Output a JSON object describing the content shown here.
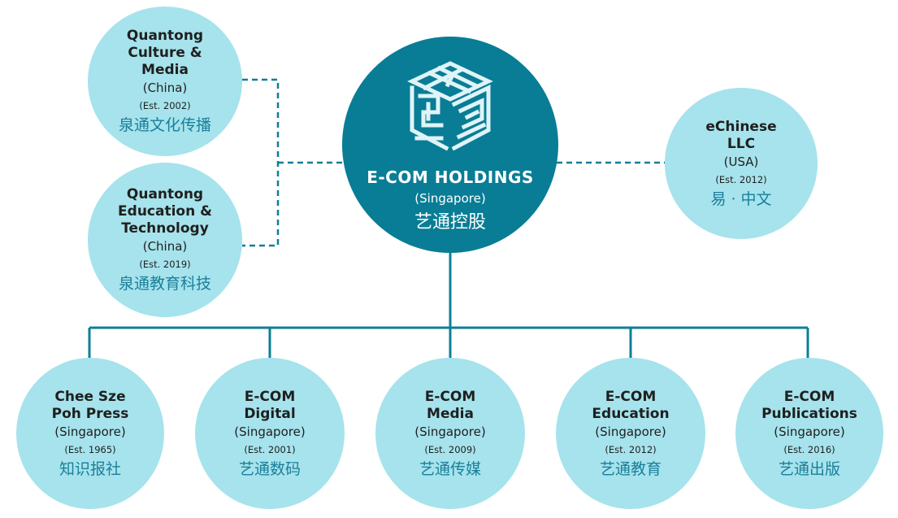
{
  "holding": {
    "name": "E-COM HOLDINGS",
    "location": "(Singapore)",
    "chinese": "艺通控股",
    "logo_icon": "seal-logo-icon"
  },
  "affiliates": [
    {
      "name": "Quantong Culture & Media",
      "location": "(China)",
      "established": "(Est. 2002)",
      "chinese": "泉通文化传播"
    },
    {
      "name": "Quantong Education & Technology",
      "location": "(China)",
      "established": "(Est. 2019)",
      "chinese": "泉通教育科技"
    },
    {
      "name": "eChinese LLC",
      "location": "(USA)",
      "established": "(Est. 2012)",
      "chinese": "易 · 中文"
    }
  ],
  "subsidiaries": [
    {
      "name": "Chee Sze Poh Press",
      "location": "(Singapore)",
      "established": "(Est. 1965)",
      "chinese": "知识报社"
    },
    {
      "name": "E-COM Digital",
      "location": "(Singapore)",
      "established": "(Est. 2001)",
      "chinese": "艺通数码"
    },
    {
      "name": "E-COM Media",
      "location": "(Singapore)",
      "established": "(Est. 2009)",
      "chinese": "艺通传媒"
    },
    {
      "name": "E-COM Education",
      "location": "(Singapore)",
      "established": "(Est. 2012)",
      "chinese": "艺通教育"
    },
    {
      "name": "E-COM Publications",
      "location": "(Singapore)",
      "established": "(Est. 2016)",
      "chinese": "艺通出版"
    }
  ],
  "colors": {
    "holding_fill": "#097d95",
    "entity_fill": "#a6e3ec",
    "connector": "#0e7f96",
    "chinese_text": "#1b7f9a"
  }
}
